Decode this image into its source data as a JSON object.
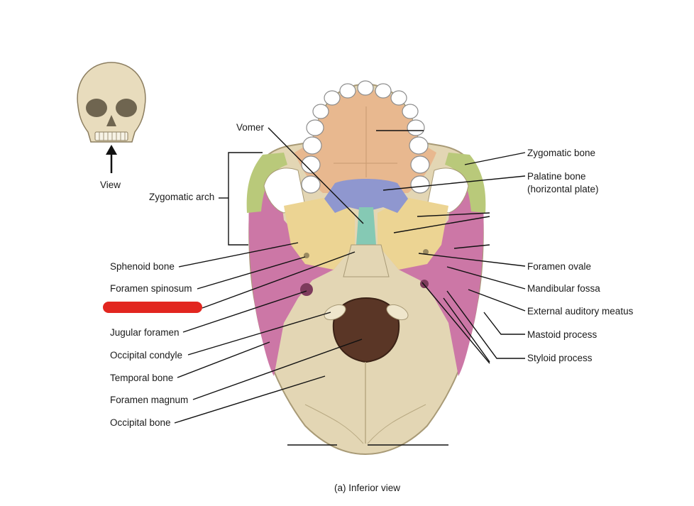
{
  "labels": {
    "vomer": "Vomer",
    "zygomatic_arch": "Zygomatic arch",
    "view": "View",
    "sphenoid_bone": "Sphenoid bone",
    "foramen_spinosum": "Foramen spinosum",
    "jugular_foramen": "Jugular foramen",
    "occipital_condyle": "Occipital condyle",
    "temporal_bone": "Temporal bone",
    "foramen_magnum": "Foramen magnum",
    "occipital_bone": "Occipital bone",
    "zygomatic_bone": "Zygomatic bone",
    "palatine_bone_1": "Palatine bone",
    "palatine_bone_2": "(horizontal plate)",
    "foramen_ovale": "Foramen ovale",
    "mandibular_fossa": "Mandibular fossa",
    "external_auditory_meatus": "External auditory meatus",
    "mastoid_process": "Mastoid process",
    "styloid_process": "Styloid process"
  },
  "caption": "(a) Inferior view",
  "colors": {
    "bone": "#e3d6b4",
    "maxilla": "#e8b88f",
    "zygomatic": "#b9c97a",
    "palatine": "#8f97cf",
    "vomer": "#85c9b4",
    "sphenoid": "#ecd493",
    "temporal": "#cc77a6",
    "foramen_magnum": "#5a3626",
    "redaction": "#e2261f"
  }
}
